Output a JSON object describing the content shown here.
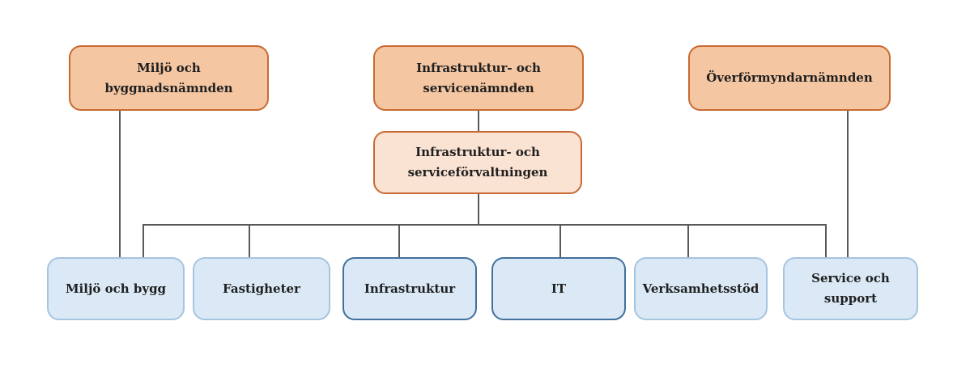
{
  "diagram": {
    "type": "org-chart",
    "background_color": "#ffffff",
    "connector_color": "#595959",
    "text_color": "#1f1f1f",
    "top_row": [
      {
        "label": "Miljö och byggnadsnämnden",
        "fill": "#F4C6A2",
        "border": "#C86A33"
      },
      {
        "label": "Infrastruktur- och servicenämnden",
        "fill": "#F4C6A2",
        "border": "#C86A33"
      },
      {
        "label": "Överförmyndarnämnden",
        "fill": "#F4C6A2",
        "border": "#C86A33"
      }
    ],
    "middle": {
      "label": "Infrastruktur- och serviceförvaltningen",
      "fill": "#FBE3D4",
      "border": "#C86A33"
    },
    "bottom_row": [
      {
        "label": "Miljö och bygg",
        "fill": "#DBE9F6",
        "border": "#A5C5DF"
      },
      {
        "label": "Fastigheter",
        "fill": "#DBE9F6",
        "border": "#A5C5DF"
      },
      {
        "label": "Infrastruktur",
        "fill": "#DBE9F6",
        "border": "#41719C"
      },
      {
        "label": "IT",
        "fill": "#DBE9F6",
        "border": "#41719C"
      },
      {
        "label": "Verksamhetsstöd",
        "fill": "#DBE9F6",
        "border": "#A5C5DF"
      },
      {
        "label": "Service och support",
        "fill": "#DBE9F6",
        "border": "#A5C5DF"
      }
    ],
    "edges": [
      "Miljö och byggnadsnämnden -> Miljö och bygg",
      "Infrastruktur- och servicenämnden -> Infrastruktur- och serviceförvaltningen",
      "Infrastruktur- och serviceförvaltningen -> Miljö och bygg",
      "Infrastruktur- och serviceförvaltningen -> Fastigheter",
      "Infrastruktur- och serviceförvaltningen -> Infrastruktur",
      "Infrastruktur- och serviceförvaltningen -> IT",
      "Infrastruktur- och serviceförvaltningen -> Verksamhetsstöd",
      "Infrastruktur- och serviceförvaltningen -> Service och support",
      "Överförmyndarnämnden -> Service och support"
    ]
  }
}
